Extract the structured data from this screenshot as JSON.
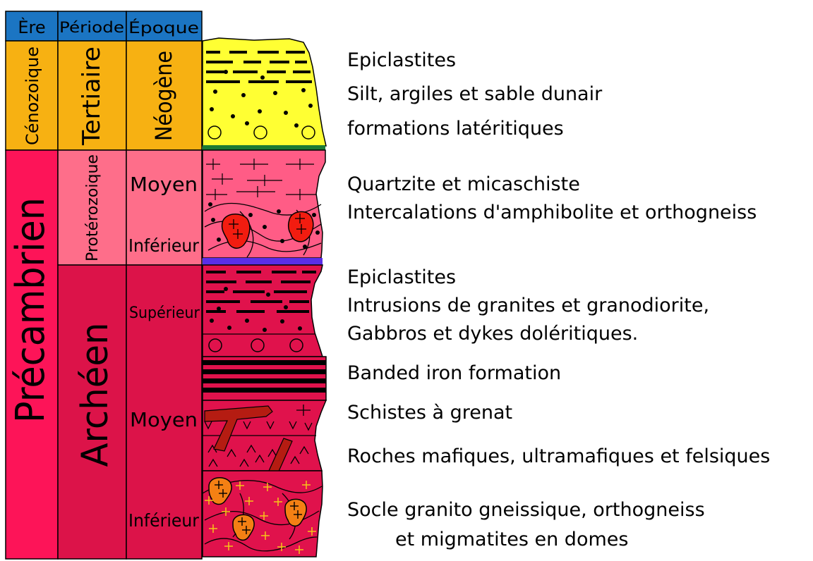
{
  "headers": {
    "era": "Ère",
    "period": "Période",
    "epoch": "Époque"
  },
  "eras": [
    {
      "name": "Cénozoique",
      "color": "#f7b112"
    },
    {
      "name": "Précambrien",
      "color": "#fd1458"
    }
  ],
  "periods": [
    {
      "name": "Tertiaire",
      "color": "#f7b112"
    },
    {
      "name": "Protérozoique",
      "color": "#fe6e8a"
    },
    {
      "name": "Archéen",
      "color": "#dc1349"
    }
  ],
  "epochs": [
    {
      "name": "Néogène"
    },
    {
      "name": "Moyen"
    },
    {
      "name": "Inférieur"
    },
    {
      "name": "Supérieur"
    },
    {
      "name": "Moyen"
    },
    {
      "name": "Inférieur"
    }
  ],
  "lithology_labels": [
    "Epiclastites",
    "Silt, argiles et sable dunair",
    "formations latéritiques",
    "Quartzite et micaschiste",
    "Intercalations d'amphibolite et orthogneiss",
    "Epiclastites",
    "Intrusions de granites et granodiorite,",
    "Gabbros et dykes doléritiques.",
    "Banded iron formation",
    "Schistes à grenat",
    "Roches mafiques, ultramafiques et felsiques",
    "Socle granito gneissique, orthogneiss",
    "et migmatites en domes"
  ],
  "colors": {
    "header_blue": "#1b75c3",
    "cenozoic_orange": "#f7b112",
    "precambrian_red": "#fd1458",
    "proterozoic_pink": "#fe6e8a",
    "archean_red": "#dc1349",
    "column_yellow": "#ffff33",
    "column_pink": "#ff5c86",
    "column_crimson": "#e0124c",
    "green_boundary": "#1c7a34",
    "blue_boundary": "#5a2ee8",
    "intrusion_red": "#f21c10",
    "dome_orange": "#f48014",
    "dyke_red": "#b51c12"
  }
}
